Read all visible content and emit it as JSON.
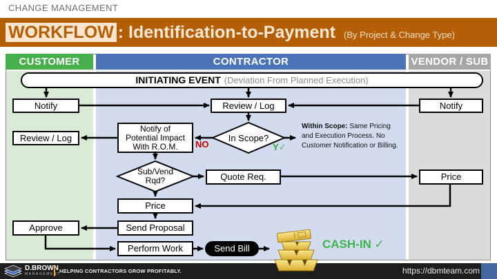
{
  "page": {
    "kicker": "CHANGE MANAGEMENT"
  },
  "banner": {
    "highlight": "WORKFLOW",
    "title_rest": ": Identification-to-Payment",
    "subtitle": "(By Project & Change Type)"
  },
  "lanes": {
    "customer": {
      "label": "CUSTOMER"
    },
    "contractor": {
      "label": "CONTRACTOR"
    },
    "vendor": {
      "label": "VENDOR / SUB"
    }
  },
  "flow": {
    "initiating": {
      "title": "INITIATING EVENT",
      "subtitle": "(Deviation From Planned Execution)"
    },
    "notify_customer": "Notify",
    "review_log_customer": "Review / Log",
    "rom": [
      "Notify of",
      "Potential Impact",
      "With R.O.M."
    ],
    "review_log_contractor": "Review / Log",
    "notify_vendor": "Notify",
    "in_scope": "In Scope?",
    "no": "NO",
    "yes": "Y",
    "yes_check": "✓",
    "note": {
      "bold": "Within Scope:",
      "line1_rest": " Same Pricing",
      "line2": "and Execution Process. No",
      "line3": "Customer Notification or Billing."
    },
    "sub_vend": [
      "Sub/Vend",
      "Rqd?"
    ],
    "quote_req": "Quote Req.",
    "price_vendor": "Price",
    "price_contractor": "Price",
    "send_proposal": "Send Proposal",
    "approve": "Approve",
    "perform_work": "Perform Work",
    "send_bill": "Send Bill",
    "cash_in": "CASH-IN ✓"
  },
  "footer": {
    "brand": "D.BROWN",
    "brand_sub": "MANAGEMENT",
    "tagline": "HELPING CONTRACTORS GROW PROFITABLY.",
    "url": "https://dbmteam.com"
  },
  "colors": {
    "banner_bg": "#B45F06",
    "banner_highlight_bg": "#FBE5CE",
    "customer_green": "#47AE4C",
    "customer_body": "#DAEBD5",
    "contractor_blue": "#4A73B8",
    "contractor_body": "#D3DCEE",
    "vendor_gray": "#A7A7A5",
    "vendor_body": "#DBDBD9",
    "no_red": "#C00000",
    "yes_green": "#2EA836",
    "cash_green": "#3CB44A",
    "footer_bg": "#1E1E1E",
    "footer_accent": "#F0A830",
    "footer_square_blue": "#44679F",
    "gold": "#E2B83C"
  }
}
